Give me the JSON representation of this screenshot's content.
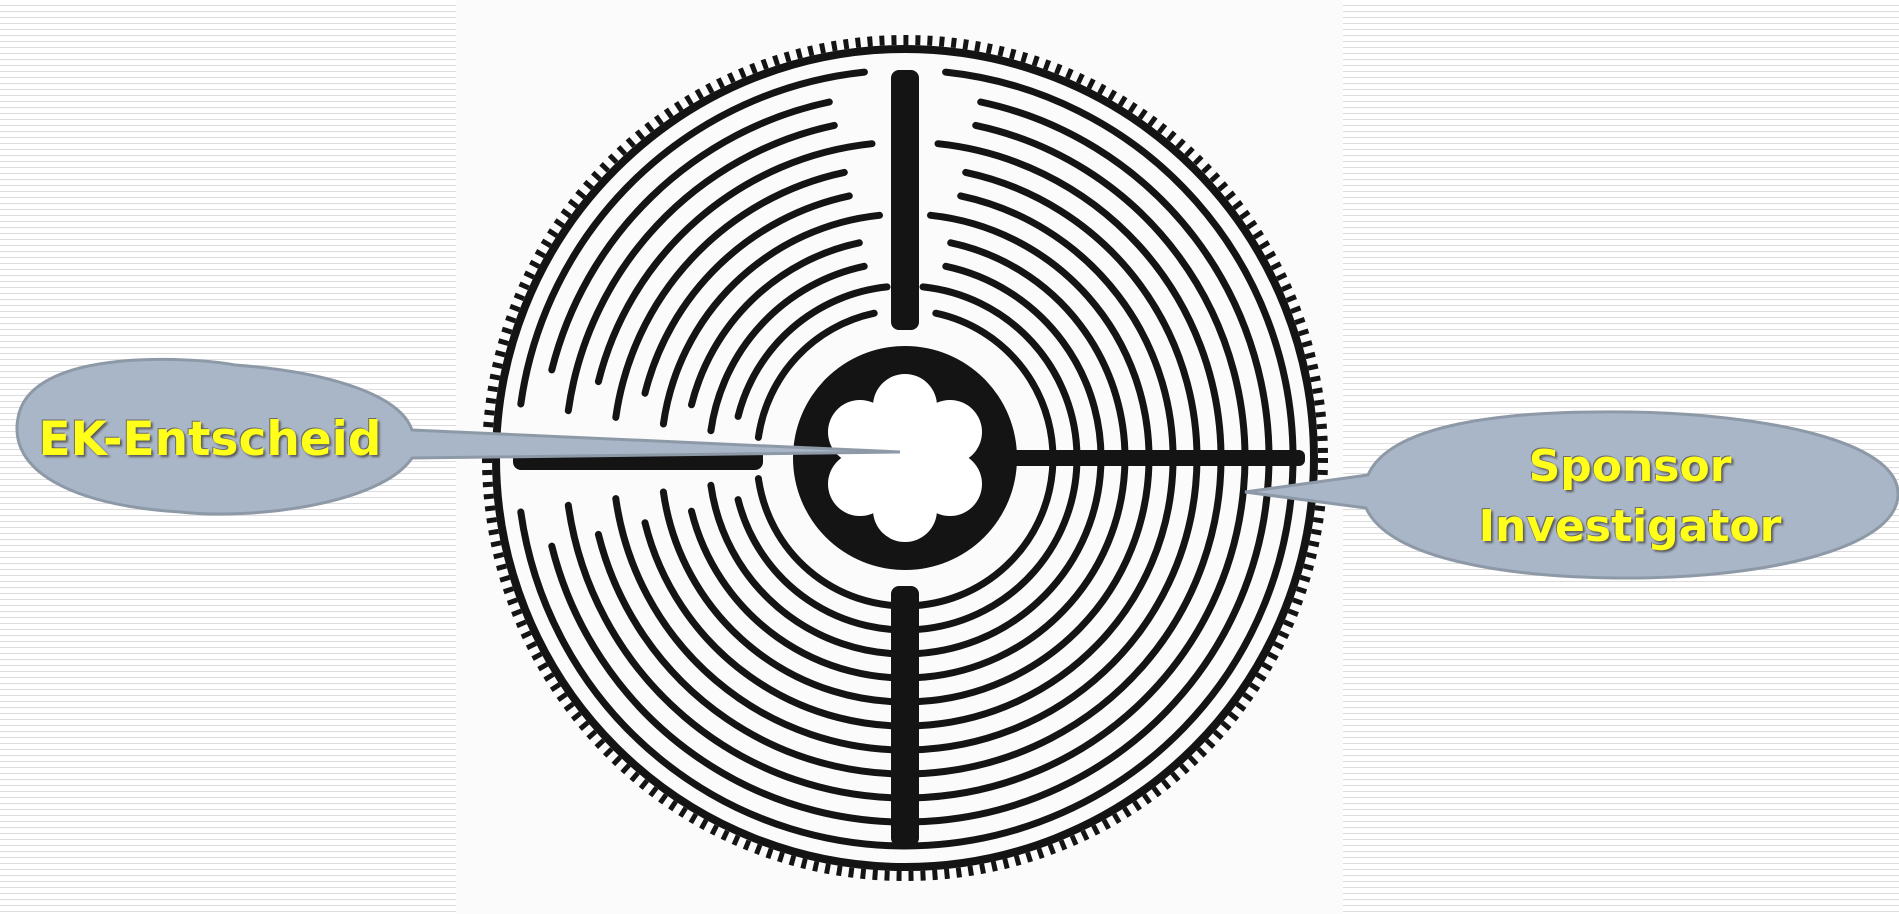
{
  "colors": {
    "callout_fill": "#a9b6c7",
    "callout_stroke": "#8e99a8",
    "callout_text": "#ffff19",
    "maze_ink": "#141414"
  },
  "callouts": {
    "left": {
      "line1": "EK-Entscheid"
    },
    "right": {
      "line1": "Sponsor",
      "line2": "Investigator"
    }
  }
}
